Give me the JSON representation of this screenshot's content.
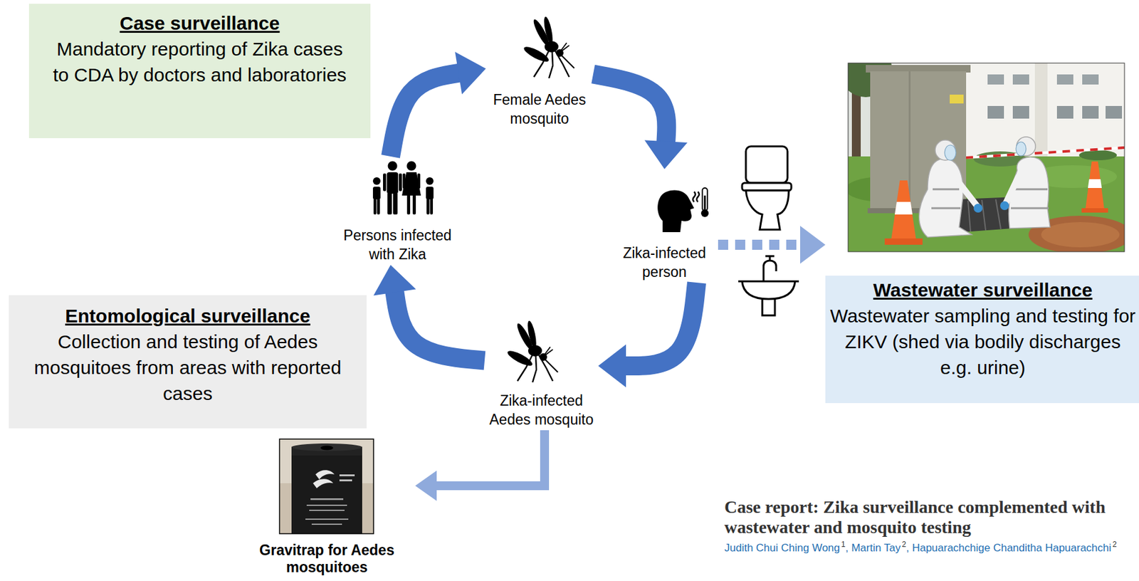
{
  "diagram": {
    "title": "Case report: Zika surveillance complemented with wastewater and mosquito testing",
    "nodes": [
      {
        "text": [
          "Case surveillance",
          "Mandatory reporting of Zika cases to CDA by doctors and laboratories"
        ]
      },
      {
        "text": [
          "Female Aedes mosquito"
        ]
      },
      {
        "text": [
          "Persons infected with Zika"
        ]
      },
      {
        "text": [
          "Zika-infected person"
        ]
      },
      {
        "text": [
          "Zika-infected Aedes mosquito"
        ]
      },
      {
        "text": [
          "Entomological surveillance",
          "Collection and testing of Aedes mosquitoes from areas with reported cases"
        ]
      },
      {
        "text": [
          "Gravitrap for Aedes mosquitoes"
        ]
      },
      {
        "text": [
          "Wastewater surveillance",
          "Wastewater sampling and testing for ZIKV (shed via bodily discharges e.g. urine)"
        ]
      }
    ],
    "edges": [
      {
        "from": 2,
        "to": 1,
        "arrow": "to"
      },
      {
        "from": 1,
        "to": 3,
        "arrow": "to"
      },
      {
        "from": 3,
        "to": 4,
        "arrow": "to"
      },
      {
        "from": 4,
        "to": 2,
        "arrow": "to"
      },
      {
        "from": 3,
        "to": 7,
        "arrow": "to"
      },
      {
        "from": 4,
        "to": 6,
        "arrow": "to"
      }
    ],
    "labels": [
      "Judith Chui Ching Wong",
      "1",
      ", Martin Tay",
      "2",
      ", Hapuarachchige Chanditha Hapuarachchi",
      "2"
    ]
  }
}
